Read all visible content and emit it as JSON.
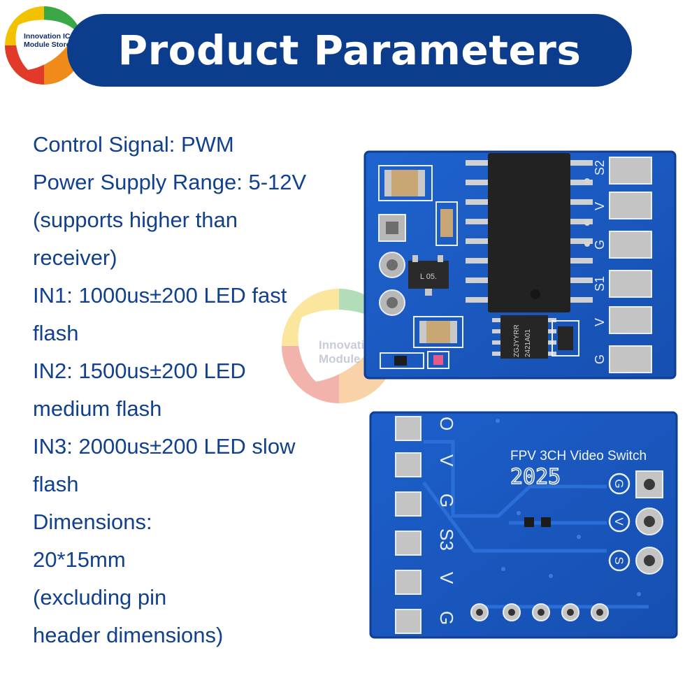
{
  "logo": {
    "text": "Innovation IC Module Store"
  },
  "header": {
    "title": "Product Parameters"
  },
  "params": [
    "Control Signal: PWM",
    "Power Supply Range: 5-12V",
    "(supports higher than",
    "receiver)",
    "IN1: 1000us±200 LED fast",
    "flash",
    "IN2: 1500us±200 LED",
    "medium flash",
    "IN3: 2000us±200 LED slow",
    "flash",
    "Dimensions:",
    "20*15mm",
    "(excluding pin",
    "header dimensions)"
  ],
  "watermark": {
    "text": "Innovation IC Module Store"
  },
  "top_board": {
    "pad_labels": [
      "S2",
      "V",
      "G",
      "S1",
      "V",
      "G"
    ],
    "regulator_marking": "L 05.",
    "chip_marking_line1": "ZGJYYRR",
    "chip_marking_line2": "2421A01"
  },
  "bottom_board": {
    "title": "FPV 3CH Video Switch",
    "year": "2025",
    "left_labels": [
      "O",
      "V",
      "G",
      "S3",
      "V",
      "G"
    ],
    "right_labels": [
      "G",
      "V",
      "S"
    ]
  },
  "colors": {
    "banner": "#0b3d8c",
    "text": "#10408e",
    "pcb": "#1a5bc4",
    "pcb_dark": "#0e3f94"
  }
}
